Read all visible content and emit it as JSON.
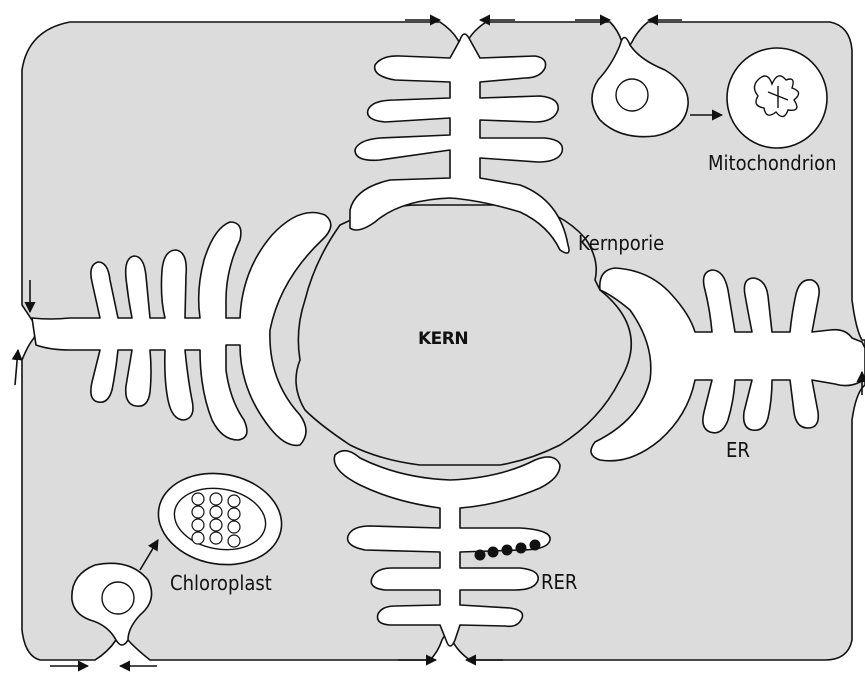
{
  "labels": {
    "nucleus": "KERN",
    "nuclear_pore": "Kernporie",
    "mitochondrion": "Mitochondrion",
    "er": "ER",
    "rer": "RER",
    "chloroplast": "Chloroplast"
  },
  "colors": {
    "cytoplasm": "#dcdcdc",
    "membrane": "#ffffff",
    "outline": "#111111"
  }
}
